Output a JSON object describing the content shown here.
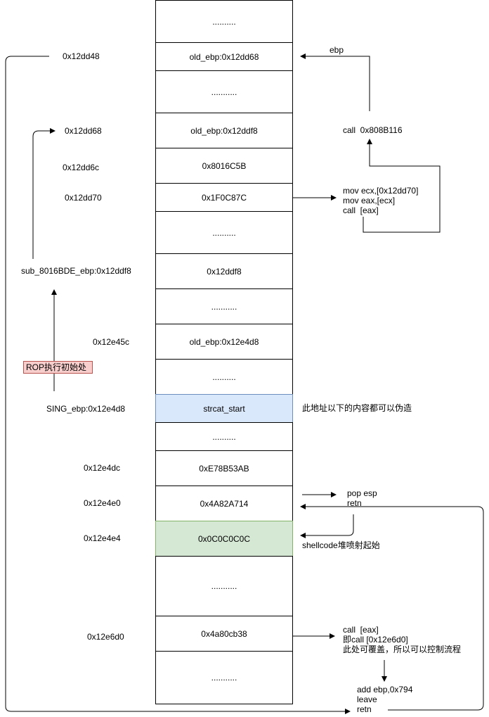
{
  "stack_cells": [
    {
      "text": "..........",
      "style": "plain"
    },
    {
      "text": "old_ebp:0x12dd68",
      "style": "plain"
    },
    {
      "text": "...........",
      "style": "plain"
    },
    {
      "text": "old_ebp:0x12ddf8",
      "style": "plain"
    },
    {
      "text": "0x8016C5B",
      "style": "plain"
    },
    {
      "text": "0x1F0C87C",
      "style": "plain"
    },
    {
      "text": "..........",
      "style": "plain"
    },
    {
      "text": "0x12ddf8",
      "style": "plain"
    },
    {
      "text": "...........",
      "style": "plain"
    },
    {
      "text": "old_ebp:0x12e4d8",
      "style": "plain"
    },
    {
      "text": "..........",
      "style": "plain"
    },
    {
      "text": "strcat_start",
      "style": "blue"
    },
    {
      "text": "..........",
      "style": "plain"
    },
    {
      "text": "0xE78B53AB",
      "style": "plain"
    },
    {
      "text": "0x4A82A714",
      "style": "plain"
    },
    {
      "text": "0x0C0C0C0C",
      "style": "green"
    },
    {
      "text": "...........",
      "style": "plain"
    },
    {
      "text": "0x4a80cb38",
      "style": "plain"
    },
    {
      "text": "...........",
      "style": "plain"
    }
  ],
  "address_labels": {
    "a1": "0x12dd48",
    "a2": "0x12dd68",
    "a3": "0x12dd6c",
    "a4": "0x12dd70",
    "a5": "sub_8016BDE_ebp:0x12ddf8",
    "a6": "0x12e45c",
    "a7": "SING_ebp:0x12e4d8",
    "a8": "0x12e4dc",
    "a9": "0x12e4e0",
    "a10": "0x12e4e4",
    "a11": "0x12e6d0"
  },
  "rop_label": "ROP执行初始处",
  "notes": {
    "ebp": "ebp",
    "call_808": "call  0x808B116",
    "mov_block": "mov ecx,[0x12dd70]\nmov eax,[ecx]\ncall  [eax]",
    "forge": "此地址以下的内容都可以伪造",
    "pop_block": "pop esp\nretn",
    "shellcode": "shellcode堆喷射起始",
    "call_block": "call  [eax]\n即call [0x12e6d0]\n此处可覆盖，所以可以控制流程",
    "add_block": "add ebp,0x794\nleave\nretn"
  }
}
